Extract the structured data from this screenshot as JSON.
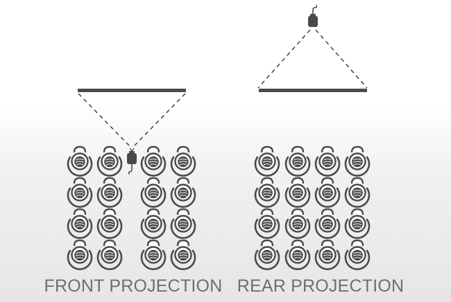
{
  "labels": {
    "front": "FRONT PROJECTION",
    "rear": "REAR PROJECTION"
  },
  "colors": {
    "ink": "#4a4a4a",
    "label": "#6e6e6e",
    "seat_fill": "#ffffff"
  },
  "icons": {
    "screen": "screen-bar",
    "projector": "projector-icon",
    "audience": "audience-person-icon"
  },
  "front_projection": {
    "audience_rows": 4,
    "audience_columns": 4,
    "projector_position": "in audience, facing screen",
    "beam": "dashed"
  },
  "rear_projection": {
    "audience_rows": 4,
    "audience_columns": 4,
    "projector_position": "behind screen",
    "beam": "dashed"
  }
}
